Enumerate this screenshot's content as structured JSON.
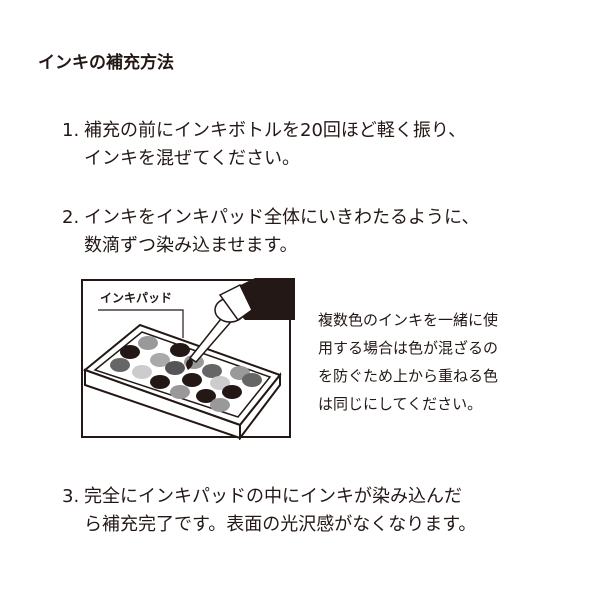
{
  "title": "インキの補充方法",
  "steps": [
    {
      "num": "1.",
      "lines": [
        "補充の前にインキボトルを20回ほど軽く振り、",
        "インキを混ぜてください。"
      ]
    },
    {
      "num": "2.",
      "lines": [
        "インキをインキパッド全体にいきわたるように、",
        "数滴ずつ染み込ませます。"
      ]
    },
    {
      "num": "3.",
      "lines": [
        "完全にインキパッドの中にインキが染み込んだ",
        "ら補充完了です。表面の光沢感がなくなります。"
      ]
    }
  ],
  "illustration": {
    "label": "インキパッド"
  },
  "note": [
    "複数色のインキを一緒に使",
    "用する場合は色が混ざるの",
    "を防ぐため上から重ねる色",
    "は同じにしてください。"
  ]
}
